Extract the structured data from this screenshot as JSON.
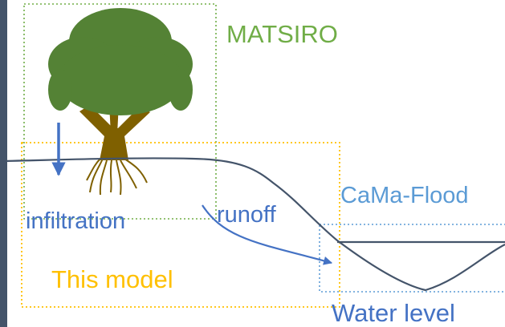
{
  "labels": {
    "matsiro": "MATSIRO",
    "cama_flood": "CaMa-Flood",
    "infiltration": "infiltration",
    "runoff": "runoff",
    "this_model": "This model",
    "water_level": "Water level"
  },
  "colors": {
    "left_bar": "#44546a",
    "matsiro": "#70ad47",
    "this_model": "#ffc000",
    "cama_flood": "#5b9bd5",
    "arrows": "#4472c4",
    "ground_line": "#44546a",
    "water_line": "#44546a",
    "tree_canopy": "#548235",
    "tree_trunk": "#7f6000",
    "label_text": "#4472c4"
  },
  "icons": {
    "tree": "tree-icon"
  }
}
